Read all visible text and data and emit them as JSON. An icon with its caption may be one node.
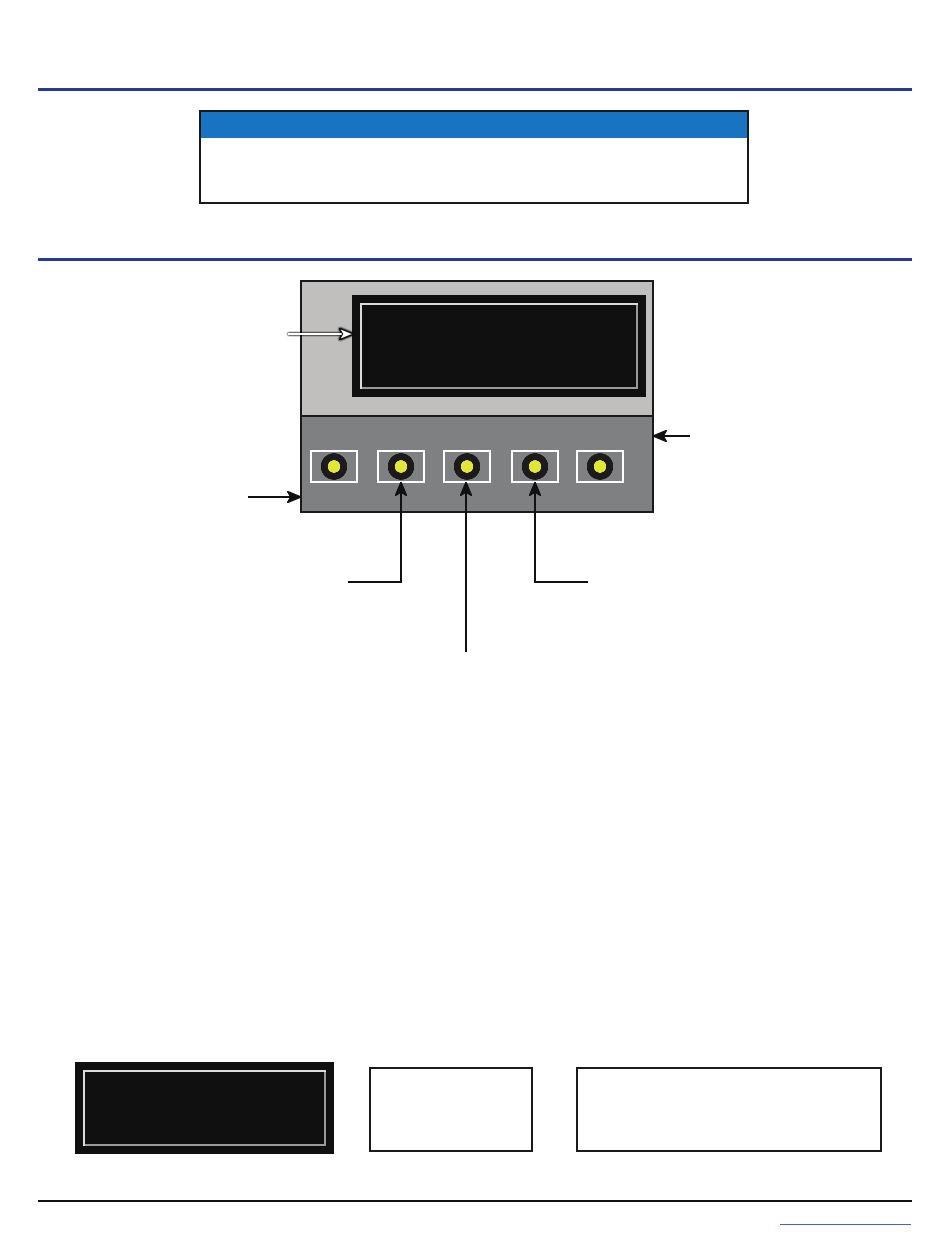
{
  "diagram": {
    "nodes": [
      {
        "text": [],
        "shape": "box"
      },
      {
        "text": [],
        "shape": "box"
      },
      {
        "text": [],
        "shape": "box",
        "in": 1
      },
      {
        "text": [],
        "shape": "box",
        "in": 1
      },
      {
        "text": [],
        "shape": "box",
        "in": 3
      },
      {
        "text": [],
        "shape": "box",
        "in": 3
      },
      {
        "text": [],
        "shape": "box",
        "in": 3
      },
      {
        "text": [],
        "shape": "box",
        "in": 3
      },
      {
        "text": [],
        "shape": "box",
        "in": 3
      },
      {
        "text": [],
        "shape": "box"
      },
      {
        "text": [],
        "shape": "box"
      },
      {
        "text": [],
        "shape": "box"
      }
    ],
    "edges": [
      {
        "from": null,
        "to": 2,
        "arrow": "to",
        "color": "#ffffff"
      },
      {
        "from": null,
        "to": 3,
        "arrow": "to"
      },
      {
        "from": null,
        "to": 1,
        "arrow": "to"
      },
      {
        "from": null,
        "to": 5,
        "arrow": "to"
      },
      {
        "from": null,
        "to": 6,
        "arrow": "to"
      },
      {
        "from": null,
        "to": 7,
        "arrow": "to"
      }
    ]
  }
}
